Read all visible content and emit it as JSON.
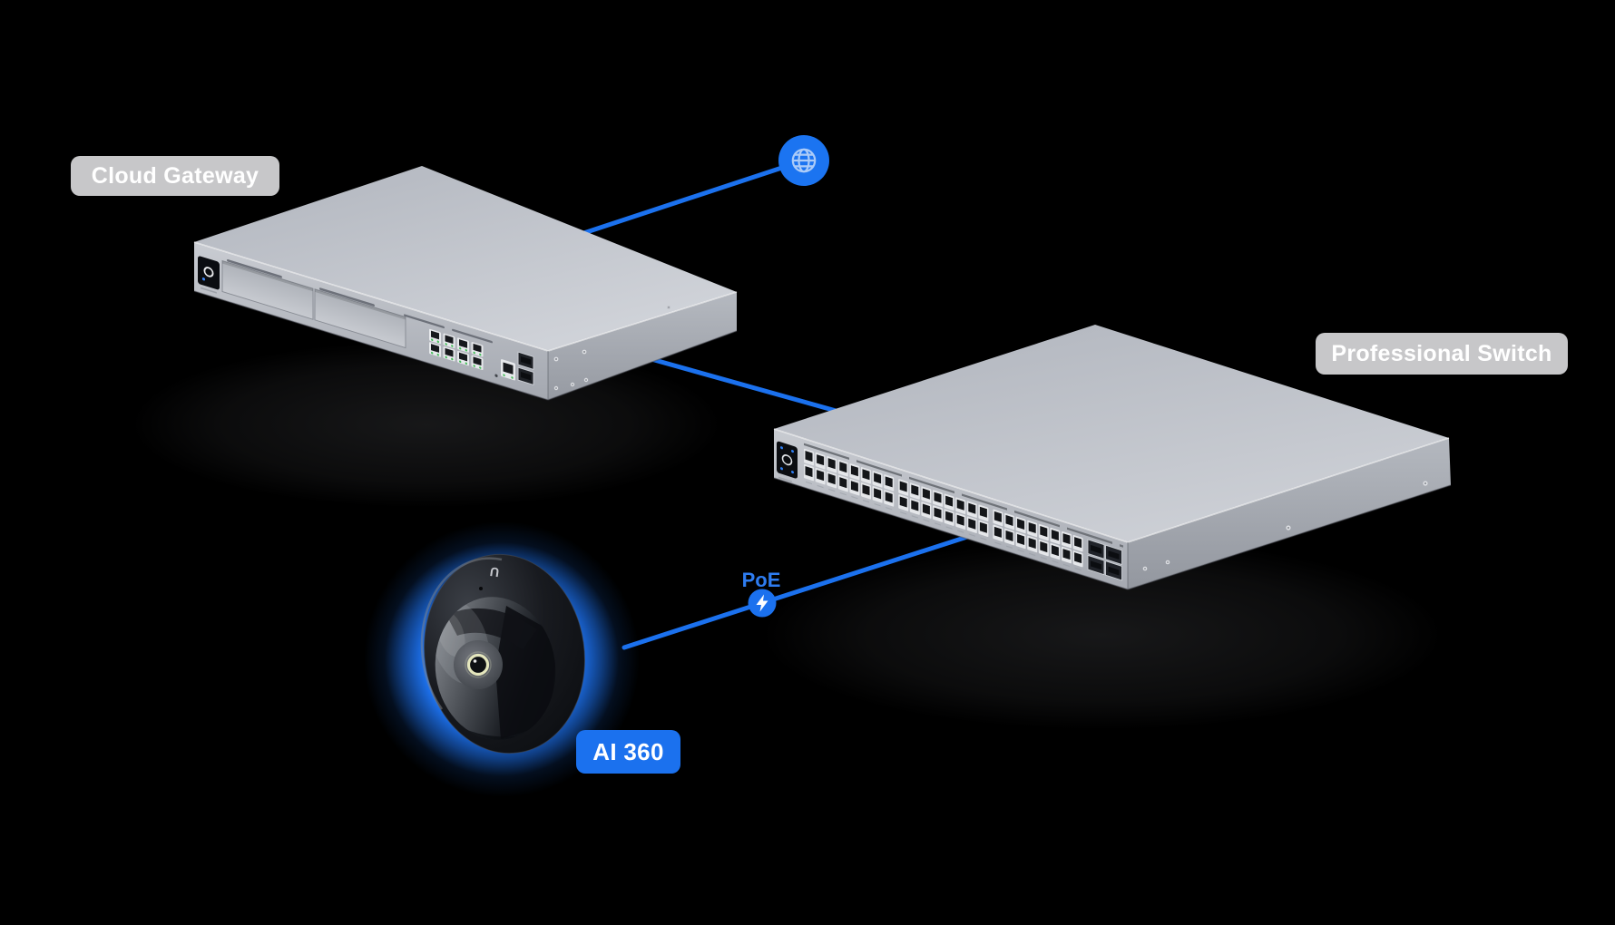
{
  "diagram": {
    "background": "#000000",
    "accent_blue": "#1b71ee",
    "label_bg_gray": "#c7c7c9",
    "label_text": "#ffffff",
    "camera_glow_blue": "#1d72f0"
  },
  "labels": {
    "cloud_gateway": "Cloud Gateway",
    "professional_switch": "Professional Switch",
    "ai_360": "AI 360",
    "poe": "PoE"
  },
  "icons": {
    "internet": "globe-icon",
    "poe_power": "lightning-bolt-icon",
    "camera_logo_glyph": "U"
  },
  "devices": {
    "cloud_gateway": {
      "name": "Cloud Gateway",
      "ethernet_ports": 8,
      "wan_ports": 1,
      "sfp_ports": 2,
      "drive_bays": 2
    },
    "professional_switch": {
      "name": "Professional Switch",
      "ethernet_ports": 48,
      "sfp_plus_ports": 4
    },
    "ai_360_camera": {
      "name": "AI 360",
      "type": "fisheye-dome-camera",
      "powered_by": "PoE"
    }
  },
  "connections": [
    {
      "from": "internet",
      "to": "cloud_gateway"
    },
    {
      "from": "cloud_gateway",
      "to": "professional_switch"
    },
    {
      "from": "professional_switch",
      "to": "ai_360_camera",
      "label": "PoE"
    }
  ]
}
